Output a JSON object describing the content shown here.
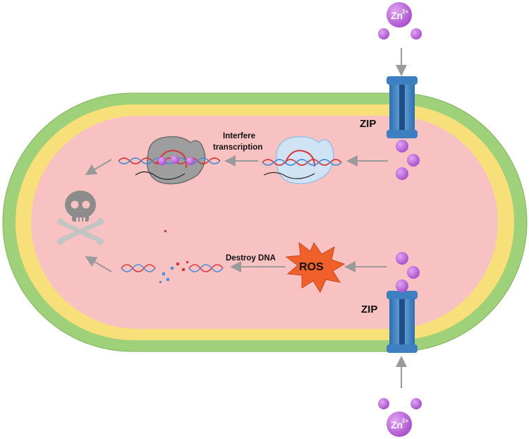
{
  "ion": {
    "label": "Zn",
    "charge": "2+"
  },
  "transporter_label": "ZIP",
  "processes": {
    "transcription": {
      "line1": "Interfere",
      "line2": "transcription"
    },
    "dna_damage": {
      "label": "Destroy DNA"
    },
    "ros": {
      "label": "ROS"
    }
  },
  "outcome": {
    "icon": "skull-crossbones-icon"
  },
  "colors": {
    "outer_membrane": "#9fd17a",
    "cell_wall": "#f7e07a",
    "cytoplasm": "#f9c2c2",
    "transporter": "#3d7fc0",
    "zinc_ion": "#b158d3",
    "ros_burst": "#f0602a",
    "dna_red": "#d4383a",
    "dna_blue": "#4a8ed8",
    "arrow": "#9a9a9a",
    "skull": "#8c8c8c",
    "rna_polymerase_active": "#cfe3f5",
    "rna_polymerase_inhibited": "#9e9e9e"
  }
}
